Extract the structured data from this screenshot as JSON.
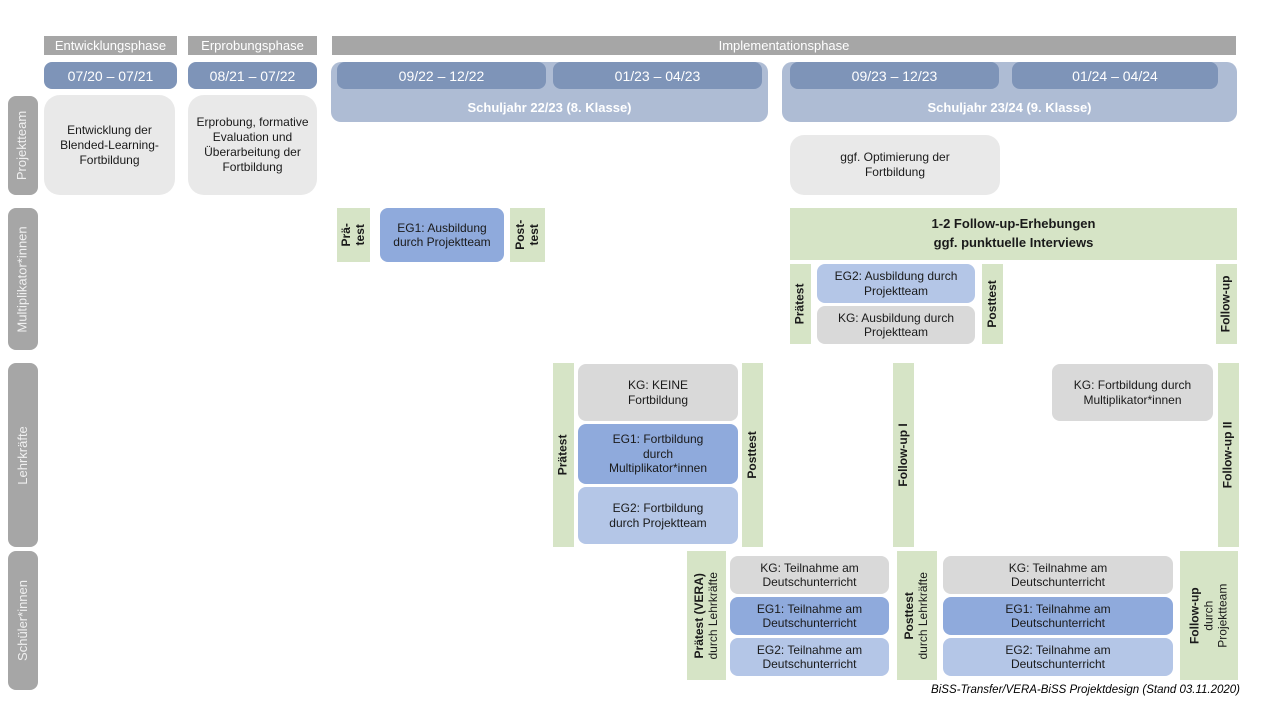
{
  "colors": {
    "phase_gray": "#A6A6A6",
    "date_blue": "#7E94B8",
    "schoolyear_band_blue": "#AEBCD4",
    "project_box_gray": "#E9E9E9",
    "kg_gray": "#D9D9D9",
    "eg1_blue": "#8FAADC",
    "eg2_blue": "#B4C6E7",
    "test_green": "#D6E4C6"
  },
  "phases": {
    "p1": "Entwicklungsphase",
    "p2": "Erprobungsphase",
    "p3": "Implementationsphase"
  },
  "dates": {
    "d1": "07/20 – 07/21",
    "d2": "08/21 – 07/22",
    "d3": "09/22 – 12/22",
    "d4": "01/23 – 04/23",
    "d5": "09/23 – 12/23",
    "d6": "01/24 – 04/24"
  },
  "schoolyears": {
    "y1": "Schuljahr 22/23 (8. Klasse)",
    "y2": "Schuljahr 23/24 (9. Klasse)"
  },
  "row_labels": {
    "r1": "Projektteam",
    "r2": "Multiplikator*innen",
    "r3": "Lehrkräfte",
    "r4": "Schüler*innen"
  },
  "projektteam": {
    "entwicklung": "Entwicklung der Blended-Learning-Fortbildung",
    "erprobung": "Erprobung, formative Evaluation und Überarbeitung der Fortbildung",
    "optimierung": "ggf. Optimierung der Fortbildung"
  },
  "multiplikatoren": {
    "praetest1": {
      "l1": "Prä-",
      "l2": "test"
    },
    "eg1": "EG1: Ausbildung durch Projektteam",
    "posttest1": {
      "l1": "Post-",
      "l2": "test"
    },
    "followup_box": {
      "l1": "1-2 Follow-up-Erhebungen",
      "l2": "ggf. punktuelle Interviews"
    },
    "praetest2": "Prätest",
    "eg2": "EG2: Ausbildung durch Projektteam",
    "kg": "KG: Ausbildung durch Projektteam",
    "posttest2": "Posttest",
    "followup": "Follow-up"
  },
  "lehrkraefte": {
    "praetest": "Prätest",
    "kg": "KG: KEINE Fortbildung",
    "eg1": "EG1: Fortbildung durch Multiplikator*innen",
    "eg2": "EG2: Fortbildung durch Projektteam",
    "posttest": "Posttest",
    "followup1": "Follow-up I",
    "kg2": "KG: Fortbildung durch Multiplikator*innen",
    "followup2": "Follow-up II"
  },
  "schueler": {
    "praetest": {
      "main": "Prätest (VERA)",
      "sub": "durch Lehrkräfte"
    },
    "kg": "KG: Teilnahme am Deutschunterricht",
    "eg1": "EG1: Teilnahme am Deutschunterricht",
    "eg2": "EG2: Teilnahme am Deutschunterricht",
    "posttest": {
      "main": "Posttest",
      "sub": "durch Lehrkräfte"
    },
    "followup": {
      "main": "Follow-up",
      "sub1": "durch",
      "sub2": "Projektteam"
    }
  },
  "caption": "BiSS-Transfer/VERA-BiSS Projektdesign (Stand 03.11.2020)"
}
